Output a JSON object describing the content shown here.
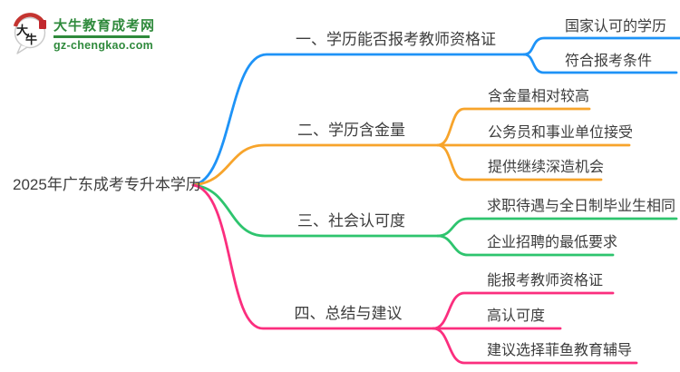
{
  "logo": {
    "icon_text": "大牛",
    "title": "大牛教育成考网",
    "domain": "gz-chengkao.com"
  },
  "root": {
    "title": "2025年广东成考专升本学历"
  },
  "branches": [
    {
      "label": "一、学历能否报考教师资格证",
      "color": "#1e93f7",
      "children": [
        "国家认可的学历",
        "符合报考条件"
      ]
    },
    {
      "label": "二、学历含金量",
      "color": "#f7a42b",
      "children": [
        "含金量相对较高",
        "公务员和事业单位接受",
        "提供继续深造机会"
      ]
    },
    {
      "label": "三、社会认可度",
      "color": "#2ec46e",
      "children": [
        "求职待遇与全日制毕业生相同",
        "企业招聘的最低要求"
      ]
    },
    {
      "label": "四、总结与建议",
      "color": "#fb2e7e",
      "children": [
        "能报考教师资格证",
        "高认可度",
        "建议选择菲鱼教育辅导"
      ]
    }
  ],
  "colors": {
    "branch-blue": "#1e93f7",
    "branch-orange": "#f7a42b",
    "branch-green": "#2ec46e",
    "branch-pink": "#fb2e7e",
    "logo-green": "#2f8a3c",
    "text-dark": "#3d3d3d"
  }
}
